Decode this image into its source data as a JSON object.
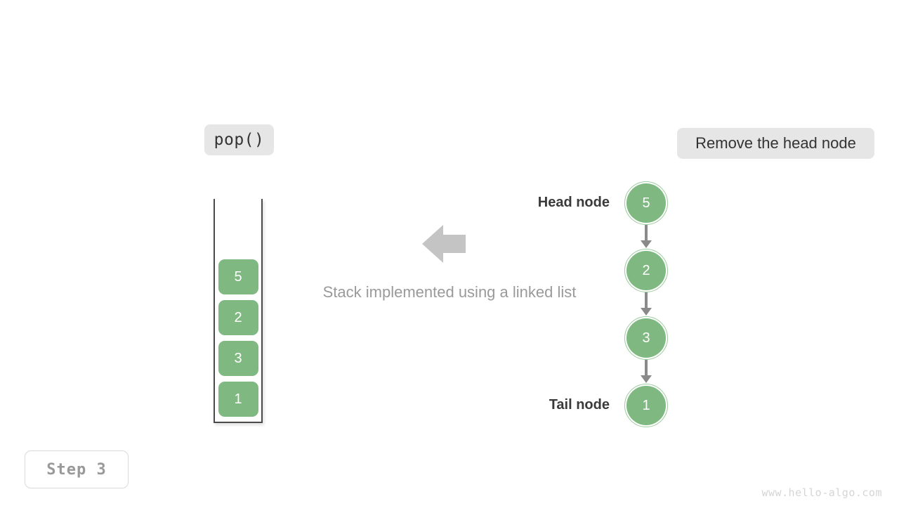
{
  "operation": {
    "label": "pop()"
  },
  "action": {
    "label": "Remove the head node"
  },
  "step": {
    "label": "Step 3"
  },
  "watermark": {
    "text": "www.hello-algo.com"
  },
  "caption": {
    "text": "Stack implemented using a linked list"
  },
  "stack": {
    "items": [
      {
        "value": "5"
      },
      {
        "value": "2"
      },
      {
        "value": "3"
      },
      {
        "value": "1"
      }
    ]
  },
  "linked_list": {
    "nodes": [
      {
        "value": "5"
      },
      {
        "value": "2"
      },
      {
        "value": "3"
      },
      {
        "value": "1"
      }
    ],
    "head_label": "Head node",
    "tail_label": "Tail node"
  },
  "colors": {
    "node_fill": "#7fb881",
    "node_ring": "#9ccb9e",
    "chip_bg": "#e6e6e6",
    "arrow_gray": "#c4c4c4",
    "link_gray": "#8a8a8a",
    "caption_gray": "#9a9a9a",
    "label_dark": "#3a3a3a",
    "watermark_gray": "#d5d5d5",
    "container_border": "#4a4a4a"
  }
}
